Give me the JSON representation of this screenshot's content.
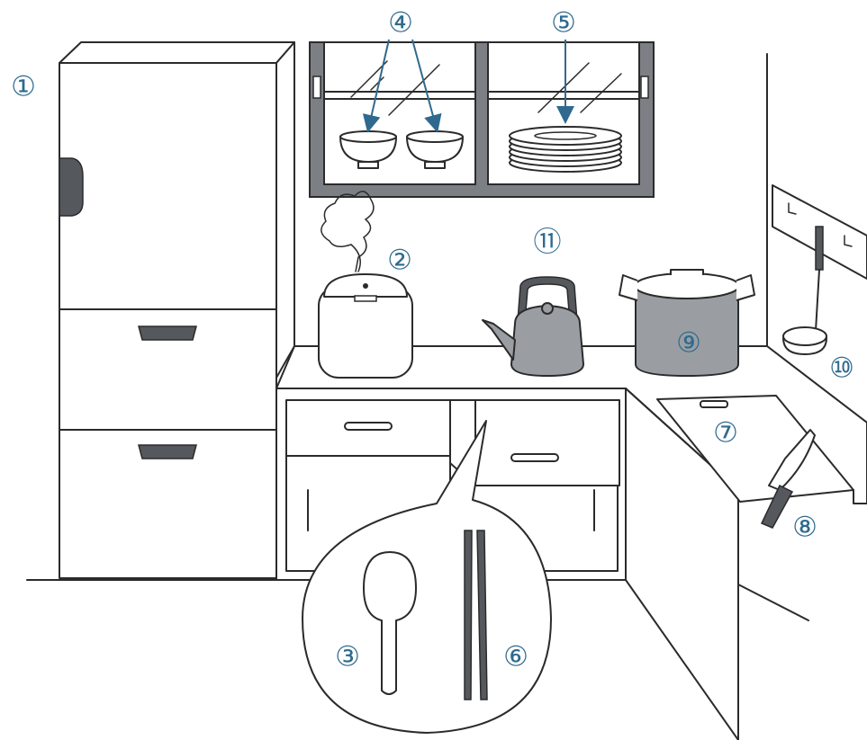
{
  "labels": {
    "refrigerator": "①",
    "rice_cooker": "②",
    "rice_paddle": "③",
    "rice_bowls": "④",
    "plates": "⑤",
    "chopsticks": "⑥",
    "cutting_board": "⑦",
    "knife": "⑧",
    "pot": "⑨",
    "ladle": "⑩",
    "kettle": "⑪"
  },
  "colors": {
    "label": "#2f6a8e",
    "line": "#2b2b2b",
    "metal_gray": "#9a9ea3",
    "handle_dark": "#55585c"
  }
}
